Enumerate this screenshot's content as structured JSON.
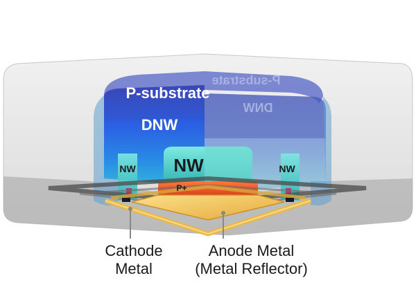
{
  "colors": {
    "substrate": "#3f4fc0",
    "dnw": "#2f5fe0",
    "nw": "#5fd8cf",
    "p_plus": "#ff5a1f",
    "anode_metal": "#f4c75a",
    "cathode_metal": "#e9b94a",
    "glass_box": "#c8c8c8"
  },
  "regions": {
    "substrate_label": "P-substrate",
    "substrate_mirror_label": "P-substrate",
    "dnw_label": "DNW",
    "dnw_mirror_label": "DNW",
    "nw_center_label": "NW",
    "nw_left_label": "NW",
    "nw_right_label": "NW",
    "p_plus_label": "P+"
  },
  "annotations": {
    "cathode_line1": "Cathode",
    "cathode_line2": "Metal",
    "anode_line1": "Anode Metal",
    "anode_line2": "(Metal Reflector)"
  }
}
